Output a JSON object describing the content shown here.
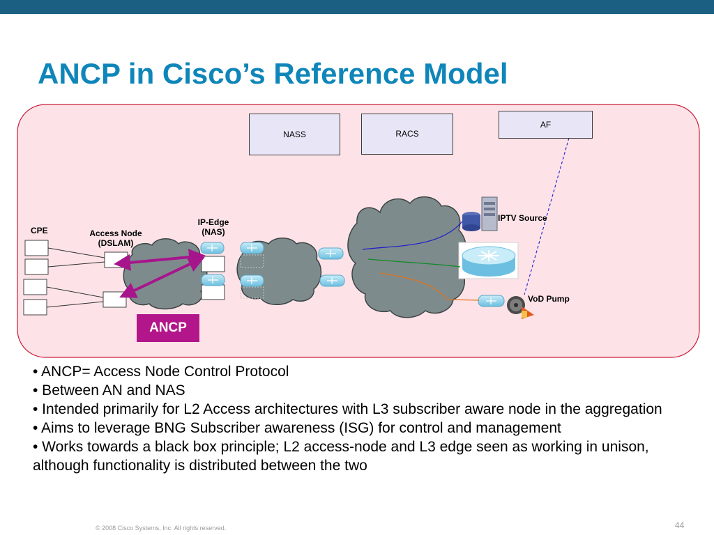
{
  "slide": {
    "title": "ANCP in Cisco’s Reference Model",
    "footer": "© 2008 Cisco Systems, Inc. All rights reserved.",
    "page_number": "44"
  },
  "diagram": {
    "boxes": {
      "nass": "NASS",
      "racs": "RACS",
      "af": "AF"
    },
    "labels": {
      "cpe": "CPE",
      "access_node_line1": "Access Node",
      "access_node_line2": "(DSLAM)",
      "ip_edge_line1": "IP-Edge",
      "ip_edge_line2": "(NAS)",
      "iptv_source": "IPTV Source",
      "vod_pump": "VoD Pump"
    },
    "ancp_badge": "ANCP",
    "colors": {
      "panel_fill": "#fde3e7",
      "panel_border": "#c81f3c",
      "cloud": "#7e8b8c",
      "arrow": "#a6158c",
      "badge": "#b2168a",
      "router": "#94d3ec",
      "path_blue": "#1d1dc8",
      "path_green": "#0e8a25",
      "path_orange": "#e2731c",
      "dashed_link": "#2b2bd8"
    }
  },
  "bullets": [
    "• ANCP= Access Node Control Protocol",
    "• Between AN and NAS",
    "• Intended primarily for L2 Access architectures with L3 subscriber aware node in the aggregation",
    "• Aims to leverage BNG Subscriber awareness (ISG) for control and management",
    "• Works towards a black box principle; L2 access-node and L3 edge seen as working in unison, although functionality is distributed between the two"
  ]
}
